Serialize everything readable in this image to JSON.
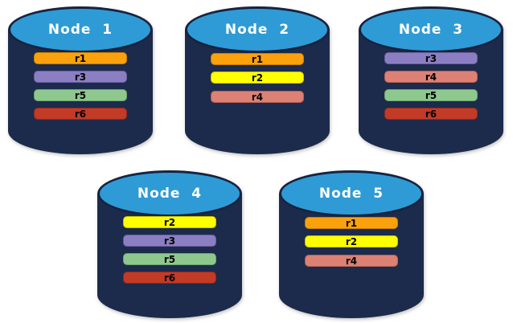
{
  "diagram": {
    "colors": {
      "cylinder_top_fill": "#2E9BD6",
      "cylinder_body_fill": "#1C2B4B",
      "cylinder_outline": "#17233F",
      "node_label_color": "#FFFFFF",
      "bar_label_color": "#000000"
    },
    "replica_colors": {
      "r1": {
        "fill": "#FBA10B",
        "border": "#C77F00"
      },
      "r2": {
        "fill": "#FFFF00",
        "border": "#C9C400"
      },
      "r3": {
        "fill": "#8B7EC2",
        "border": "#6A5E9E"
      },
      "r4": {
        "fill": "#DC8173",
        "border": "#B65F52"
      },
      "r5": {
        "fill": "#8EC88E",
        "border": "#6BA56B"
      },
      "r6": {
        "fill": "#C23B26",
        "border": "#93281A"
      }
    },
    "nodes": [
      {
        "label": "Node  1",
        "replicas": [
          "r1",
          "r3",
          "r5",
          "r6"
        ]
      },
      {
        "label": "Node  2",
        "replicas": [
          "r1",
          "r2",
          "r4"
        ]
      },
      {
        "label": "Node  3",
        "replicas": [
          "r3",
          "r4",
          "r5",
          "r6"
        ]
      },
      {
        "label": "Node  4",
        "replicas": [
          "r2",
          "r3",
          "r5",
          "r6"
        ]
      },
      {
        "label": "Node  5",
        "replicas": [
          "r1",
          "r2",
          "r4"
        ]
      }
    ]
  }
}
